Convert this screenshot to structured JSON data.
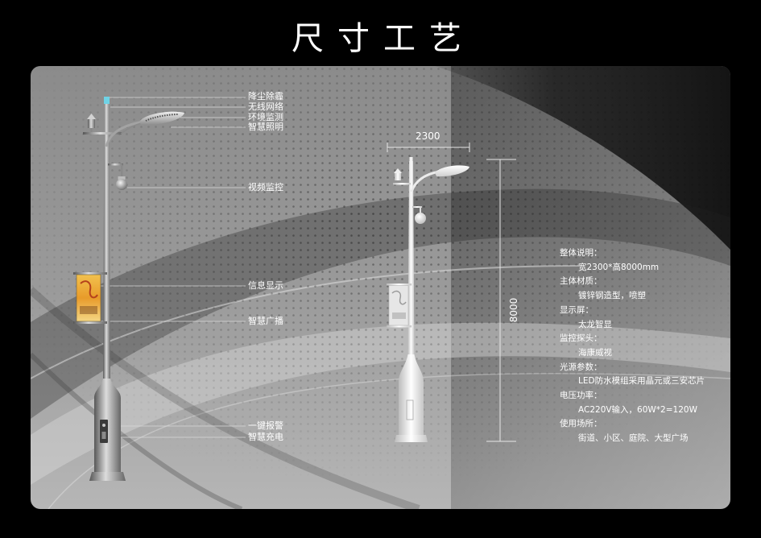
{
  "title": "尺寸工艺",
  "feature_labels": [
    "降尘除霾",
    "无线网络",
    "环境监测",
    "智慧照明",
    "视频监控",
    "信息显示",
    "智慧广播",
    "一键报警",
    "智慧充电"
  ],
  "dimensions": {
    "width": "2300",
    "height": "8000"
  },
  "specs": [
    {
      "label": "整体说明：",
      "value": "宽2300*高8000mm"
    },
    {
      "label": "主体材质：",
      "value": "镀锌钢造型，喷塑"
    },
    {
      "label": "显示屏：",
      "value": "太龙智显"
    },
    {
      "label": "监控探头：",
      "value": "海康威视"
    },
    {
      "label": "光源参数：",
      "value": "LED防水模组采用晶元或三安芯片"
    },
    {
      "label": "电压功率：",
      "value": "AC220V输入，60W*2=120W"
    },
    {
      "label": "使用场所：",
      "value": "街道、小区、庭院、大型广场"
    }
  ],
  "colors": {
    "background": "#000000",
    "text": "#ffffff",
    "sensor_accent": "#6fd3e6",
    "banner": "#e89b2a"
  }
}
